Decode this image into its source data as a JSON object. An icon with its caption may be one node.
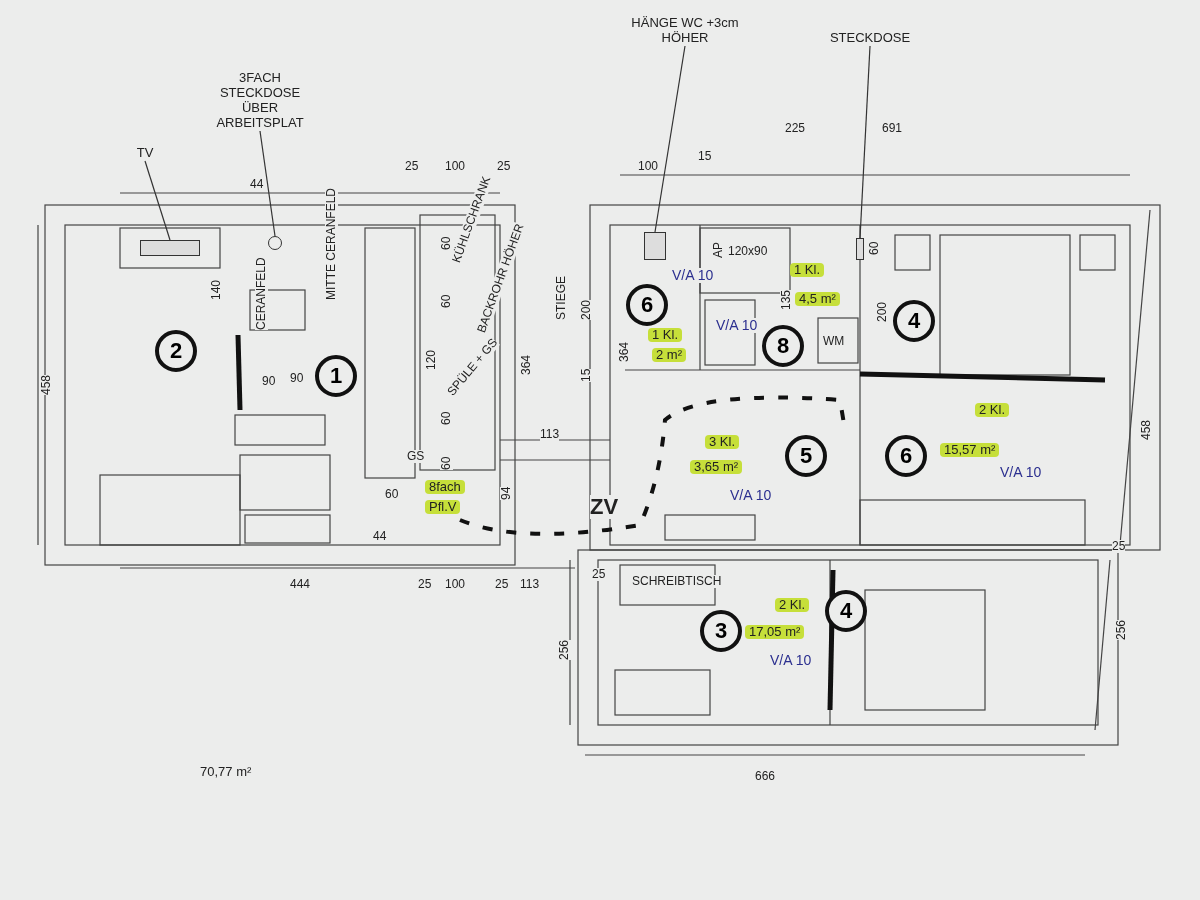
{
  "diagram": {
    "nodes": [
      {
        "text": [
          "TV"
        ]
      },
      {
        "text": [],
        "shape": "box"
      },
      {
        "text": [
          "3FACH STECKDOSE ÜBER ARBEITSPLAT"
        ]
      },
      {
        "text": [],
        "shape": "circle"
      },
      {
        "text": [
          "HÄNGE WC +3cm HÖHER"
        ]
      },
      {
        "text": [],
        "shape": "box"
      },
      {
        "text": [
          "STECKDOSE"
        ]
      },
      {
        "text": [],
        "shape": "box"
      },
      {
        "text": [
          "2"
        ]
      },
      {
        "text": [
          "1"
        ]
      },
      {
        "text": [
          "6"
        ]
      },
      {
        "text": [
          "8"
        ]
      },
      {
        "text": [
          "4"
        ]
      },
      {
        "text": [
          "5"
        ]
      },
      {
        "text": [
          "6"
        ]
      },
      {
        "text": [
          "3"
        ]
      },
      {
        "text": [
          "4"
        ]
      }
    ],
    "edges": [
      {
        "from": 0,
        "to": 1,
        "arrow": "none"
      },
      {
        "from": 2,
        "to": 3,
        "arrow": "none"
      },
      {
        "from": 4,
        "to": 5,
        "arrow": "none"
      },
      {
        "from": 6,
        "to": 7,
        "arrow": "none"
      }
    ],
    "labels": [
      "44",
      "25",
      "100",
      "25",
      "100",
      "15",
      "225",
      "691",
      "60",
      "KÜHLSCHRANK",
      "60",
      "BACKROHR HÖHER",
      "140",
      "CERANFELD",
      "MITTE CERANFELD",
      "AP",
      "120x90",
      "135",
      "60",
      "STIEGE",
      "200",
      "364",
      "364",
      "15",
      "200",
      "1 Kl.",
      "4,5 m²",
      "1 Kl.",
      "2 m²",
      "V/A 10",
      "V/A 10",
      "WM",
      "458",
      "458",
      "120",
      "90",
      "90",
      "SPÜLE + GS",
      "60",
      "60",
      "GS",
      "113",
      "2 Kl.",
      "15,57 m²",
      "V/A 10",
      "3 Kl.",
      "3,65 m²",
      "60",
      "8fach",
      "Pfl.V",
      "94",
      "ZV",
      "V/A 10",
      "44",
      "444",
      "25",
      "100",
      "25",
      "113",
      "25",
      "SCHREIBTISCH",
      "25",
      "2 Kl.",
      "17,05 m²",
      "V/A 10",
      "256",
      "256",
      "70,77 m²",
      "666"
    ]
  }
}
